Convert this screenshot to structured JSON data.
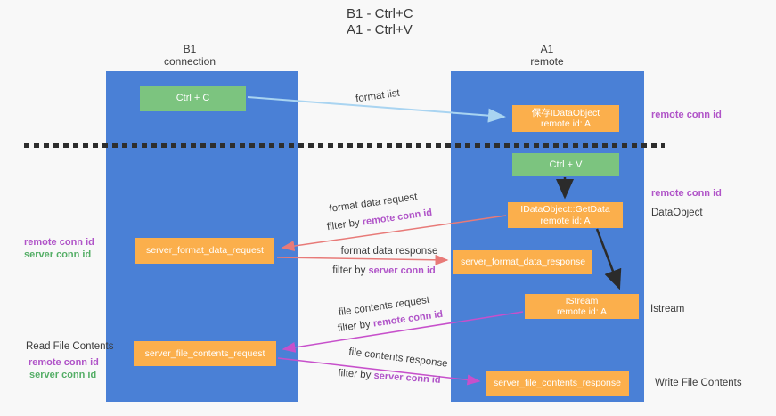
{
  "title": {
    "line1": "B1 - Ctrl+C",
    "line2": "A1 - Ctrl+V"
  },
  "lanes": {
    "left": {
      "title": "B1",
      "subtitle": "connection"
    },
    "right": {
      "title": "A1",
      "subtitle": "remote"
    }
  },
  "boxes": {
    "ctrl_c": {
      "label": "Ctrl + C"
    },
    "ctrl_v": {
      "label": "Ctrl + V"
    },
    "save_idataobject": {
      "line1": "保存IDataObject",
      "line2": "remote id: A"
    },
    "getdata": {
      "line1": "IDataObject::GetData",
      "line2": "remote id: A"
    },
    "istream": {
      "line1": "IStream",
      "line2": "remote id: A"
    },
    "server_format_data_request": {
      "label": "server_format_data_request"
    },
    "server_format_data_response": {
      "label": "server_format_data_response"
    },
    "server_file_contents_request": {
      "label": "server_file_contents_request"
    },
    "server_file_contents_response": {
      "label": "server_file_contents_response"
    }
  },
  "arrow_labels": {
    "format_list": "format list",
    "format_data_request": "format data request",
    "format_data_response": "format data response",
    "file_contents_request": "file contents request",
    "file_contents_response": "file contents response",
    "filter_by": "filter by "
  },
  "side_labels": {
    "remote_conn_id": "remote conn id",
    "server_conn_id": "server conn id",
    "data_object": "DataObject",
    "istream": "Istream",
    "read_file_contents": "Read File Contents",
    "write_file_contents": "Write File Contents"
  },
  "colors": {
    "lane_blue": "#4a80d6",
    "box_green": "#7cc47f",
    "box_orange": "#fbaf4c",
    "arrow_light_blue": "#a9d4f1",
    "arrow_salmon": "#e87a78",
    "arrow_magenta": "#c750cb",
    "arrow_black": "#2b2b2b",
    "text_purple": "#b054c8",
    "text_green": "#54ae66"
  }
}
